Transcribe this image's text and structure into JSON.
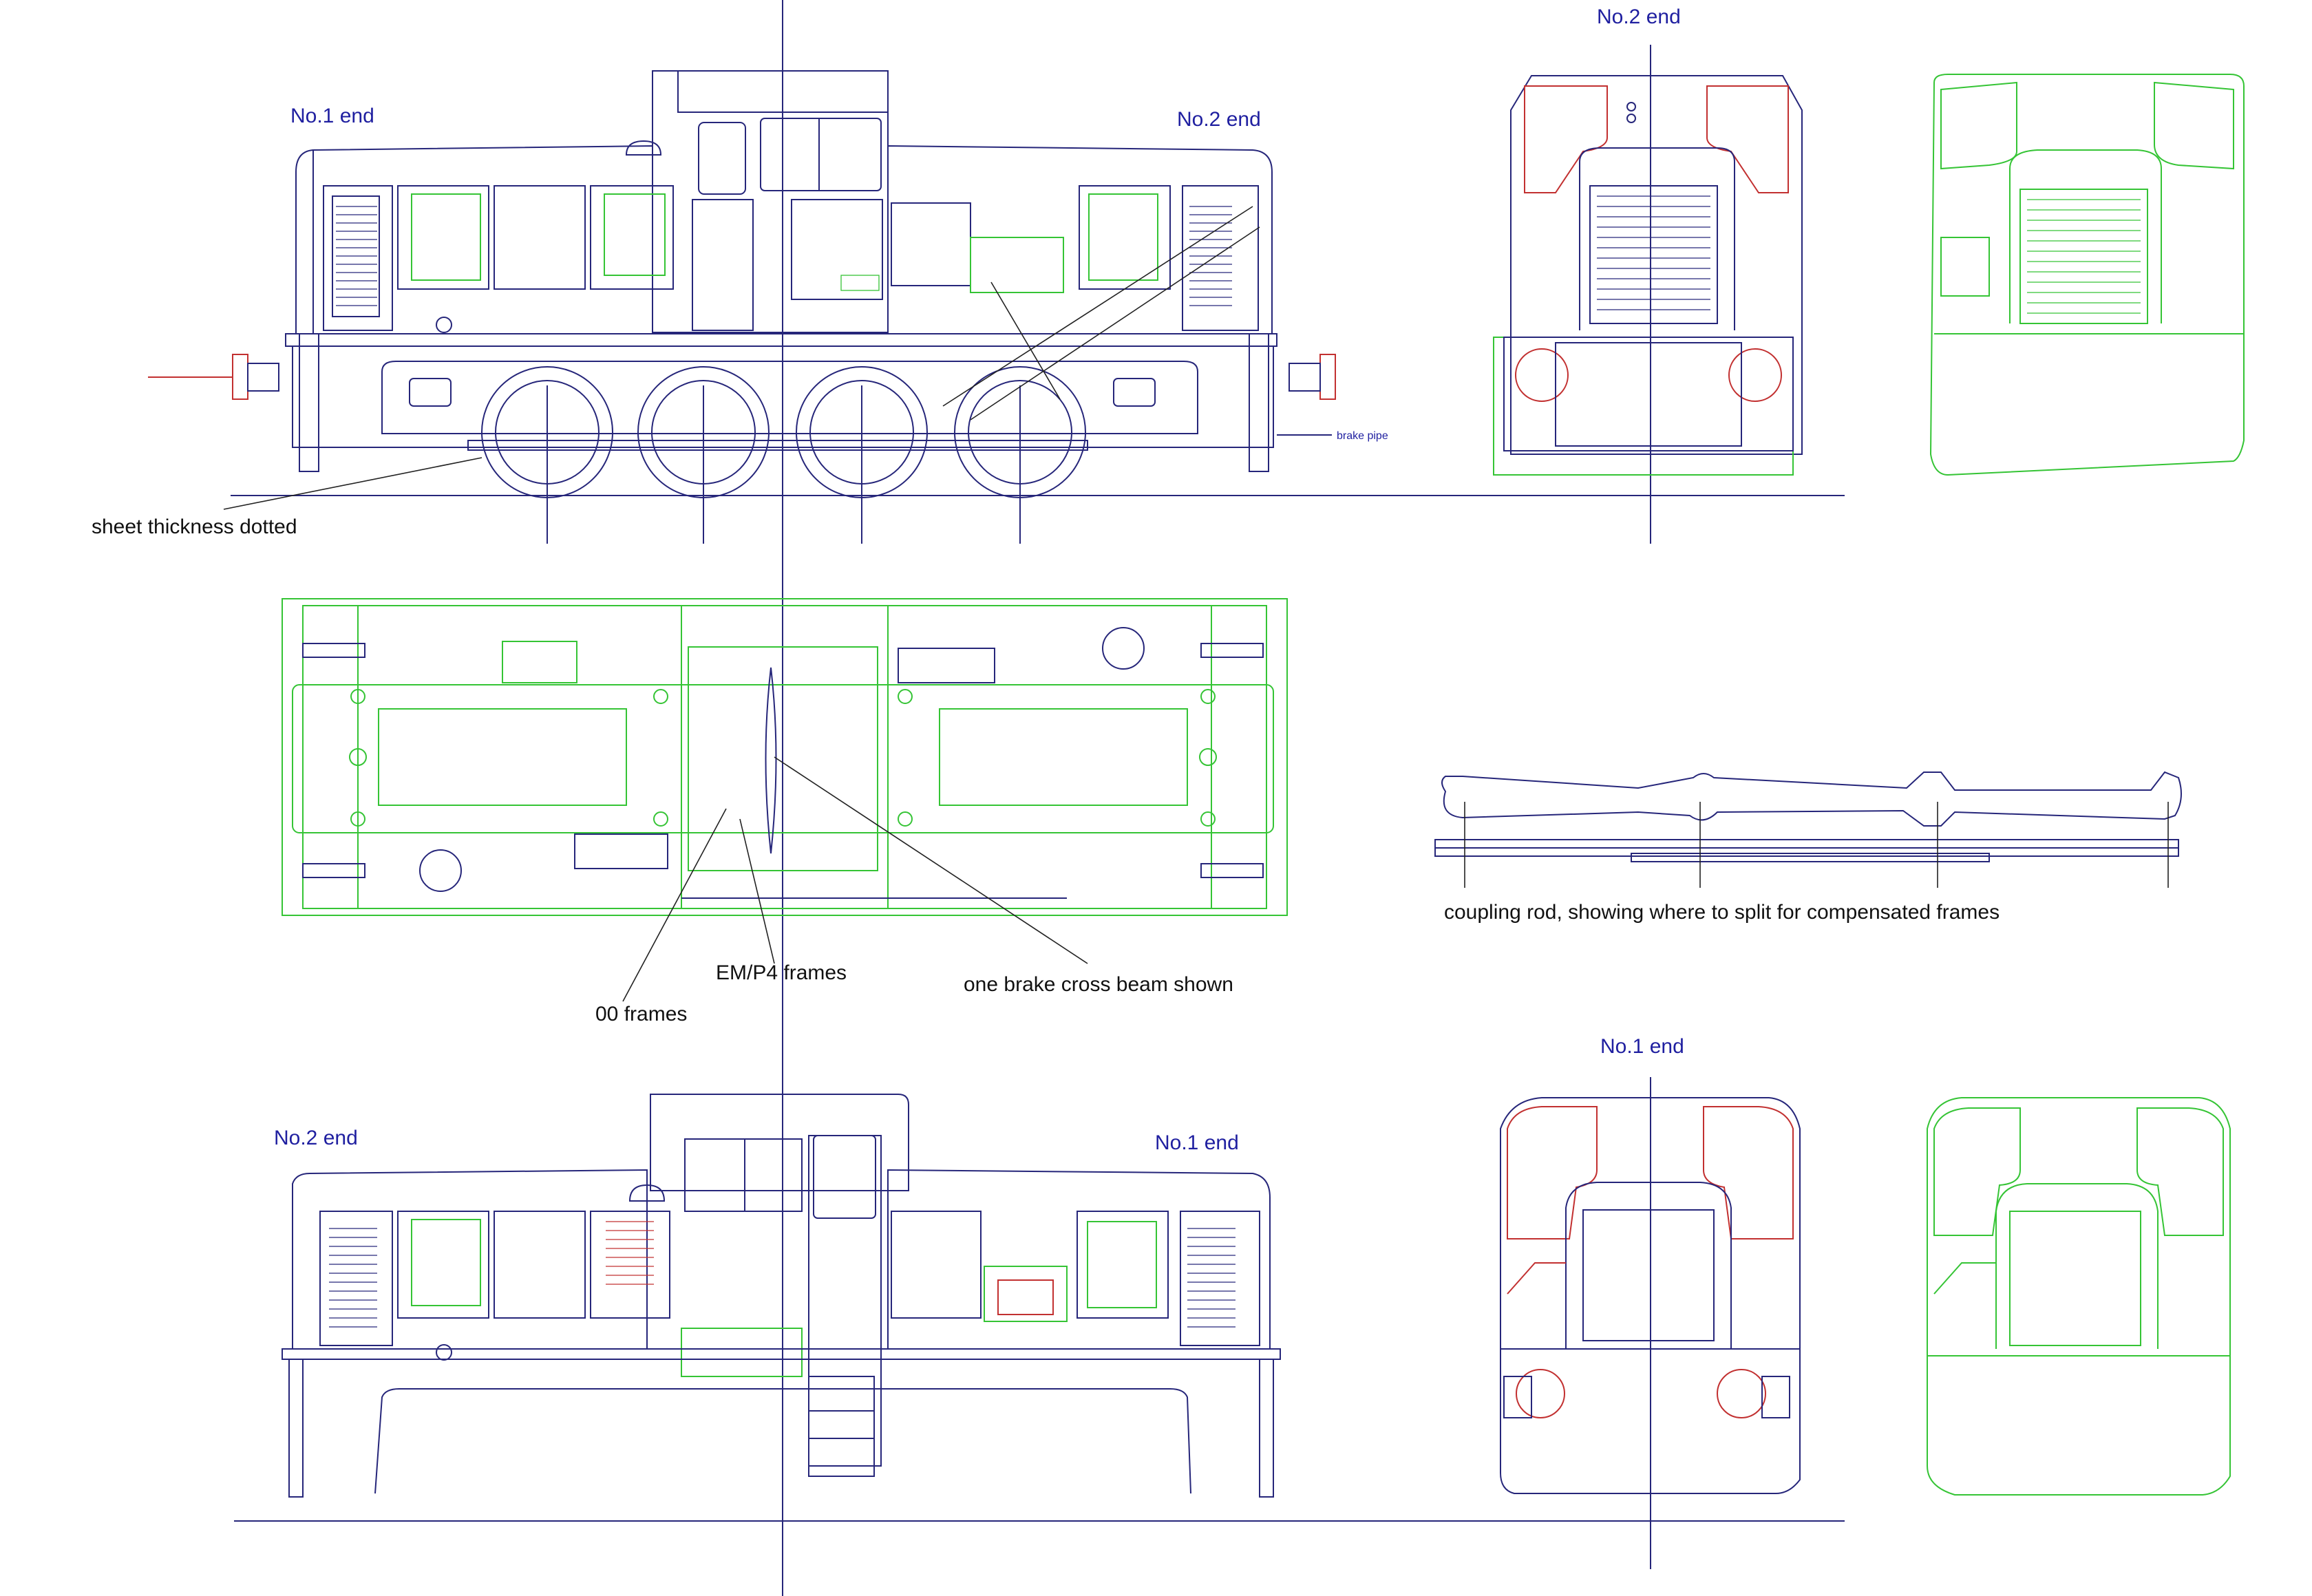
{
  "labels": {
    "top_side_left_end": "No.1 end",
    "top_side_right_end": "No.2 end",
    "top_end_view_title": "No.2 end",
    "bottom_side_left_end": "No.2 end",
    "bottom_side_right_end": "No.1 end",
    "bottom_end_view_title": "No.1 end",
    "sheet_thickness": "sheet thickness dotted",
    "brake_pipe": "brake pipe",
    "coupling_rod": "coupling rod, showing where to split for compensated frames",
    "em_p4_frames": "EM/P4 frames",
    "brake_cross_beam": "one brake cross beam shown",
    "oo_frames": "00 frames"
  },
  "colors": {
    "outline": "#26267a",
    "frames_green": "#35c435",
    "detail_red": "#c23030",
    "label_blue": "#1f1fa0",
    "label_black": "#111111"
  }
}
